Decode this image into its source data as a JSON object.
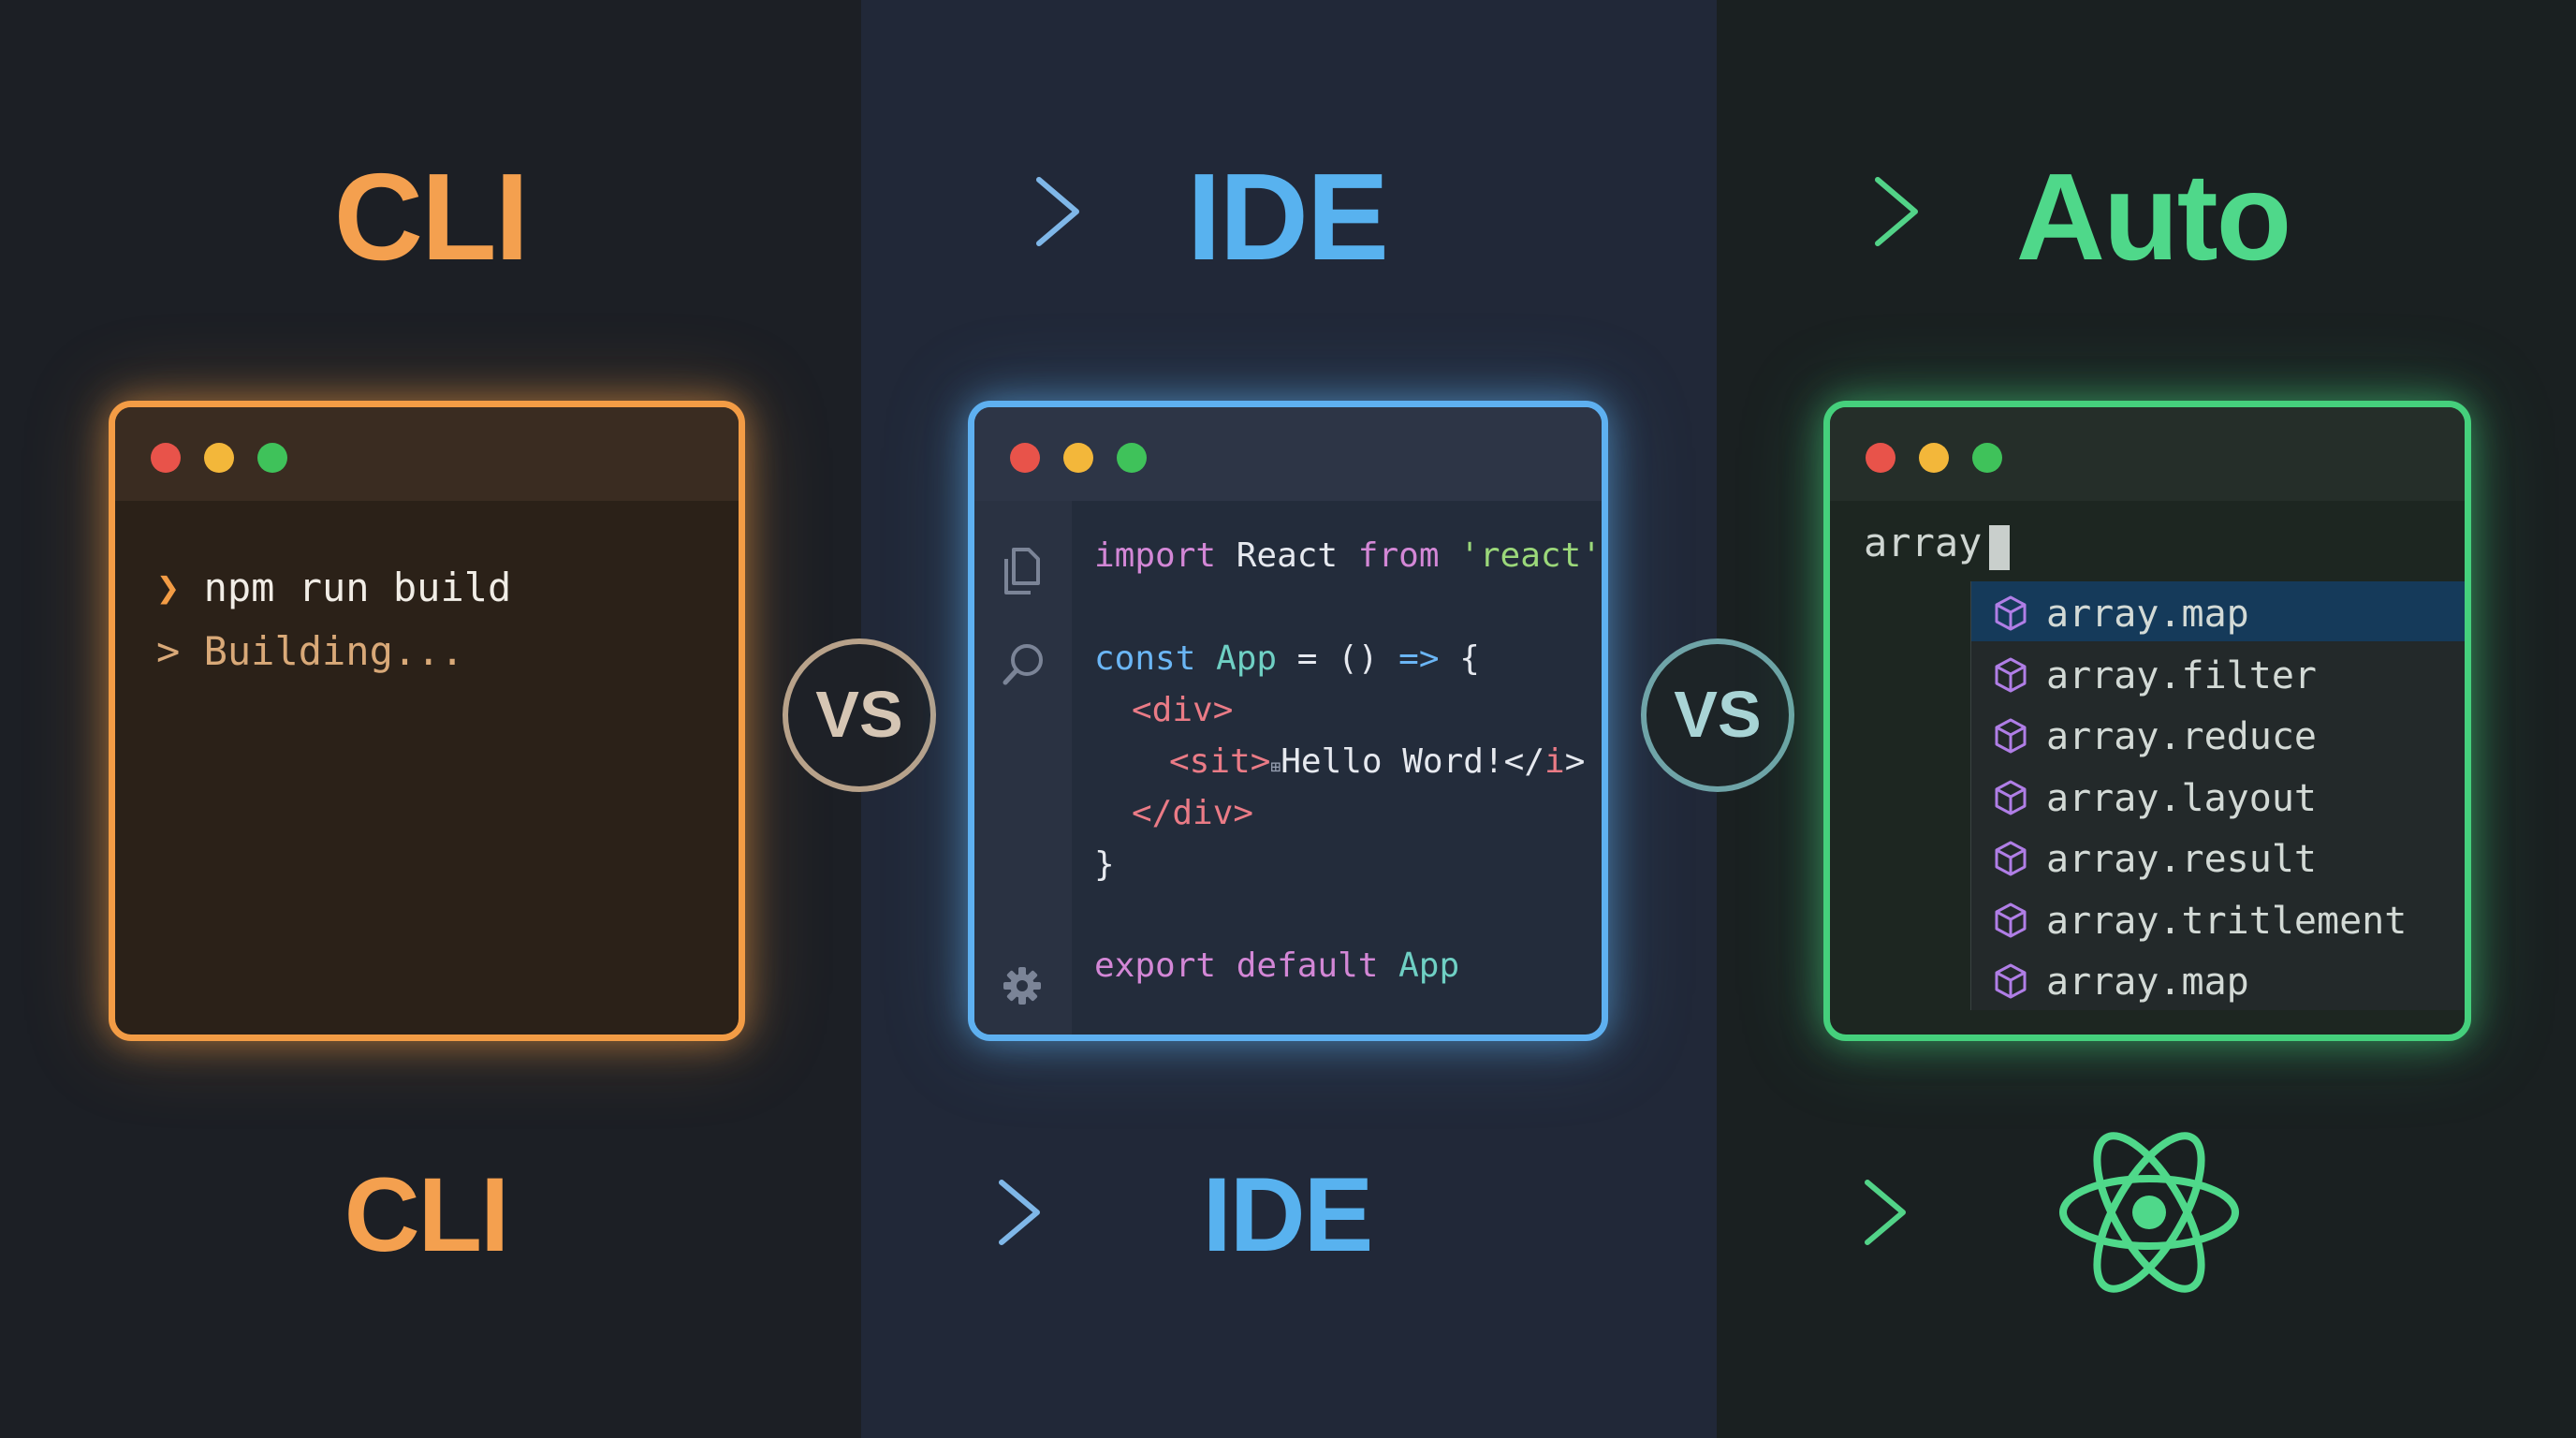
{
  "top_row": {
    "cli": "CLI",
    "ide": "IDE",
    "auto": "Auto"
  },
  "bottom_row": {
    "cli": "CLI",
    "ide": "IDE",
    "react_icon": "react-atom-icon"
  },
  "vs_labels": [
    "VS",
    "VS"
  ],
  "cli_window": {
    "prompt_symbol": "❯",
    "command": "npm run build",
    "output_prefix": ">",
    "output": "Building..."
  },
  "ide_window": {
    "sidebar_icons": [
      "files-icon",
      "search-icon",
      "gear-icon"
    ],
    "code": {
      "line1": {
        "kw_import": "import",
        "name": "React",
        "kw_from": "from",
        "str": "'react'",
        "semi": ";"
      },
      "line3": {
        "kw_const": "const",
        "name": "App",
        "op": "= ()",
        "arrow": "=>",
        "brace": "{"
      },
      "line4": {
        "tag": "<div>"
      },
      "line5": {
        "open_tag": "<sit>",
        "glyph": "⊞",
        "text": "Hello Word!",
        "close_open": "</",
        "close_name": "i",
        "close_end": ">"
      },
      "line6": {
        "tag": "</div>"
      },
      "line7": {
        "brace": "}"
      },
      "line9": {
        "kw": "export default",
        "name": "App"
      }
    }
  },
  "auto_window": {
    "input": "array.",
    "suggestions": [
      {
        "label": "array.map",
        "selected": true
      },
      {
        "label": "array.filter",
        "selected": false
      },
      {
        "label": "array.reduce",
        "selected": false
      },
      {
        "label": "array.layout",
        "selected": false
      },
      {
        "label": "array.result",
        "selected": false
      },
      {
        "label": "array.tritlement",
        "selected": false
      },
      {
        "label": "array.map",
        "selected": false
      }
    ]
  },
  "colors": {
    "cli": "#f39c45",
    "ide": "#5eb0f0",
    "auto": "#45d07c"
  }
}
